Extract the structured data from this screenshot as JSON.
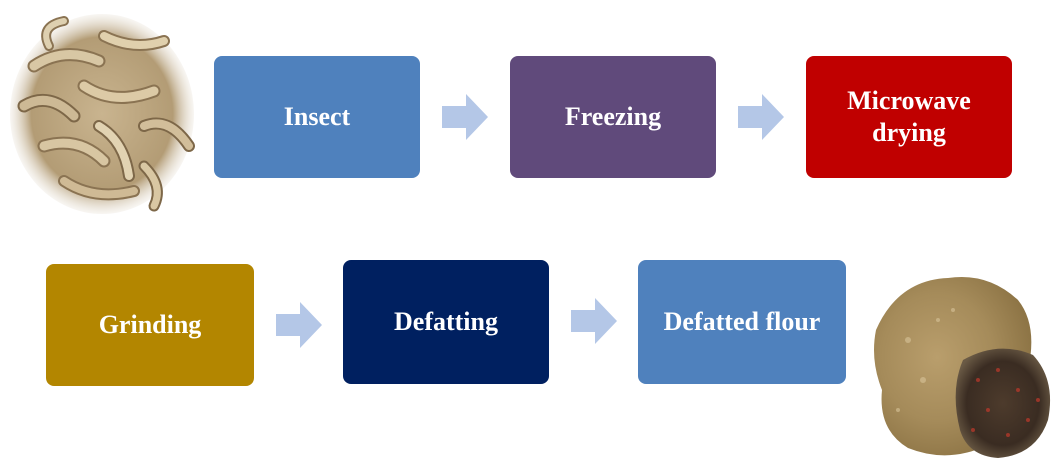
{
  "steps": [
    {
      "label": "Insect",
      "color": "#4f81bd"
    },
    {
      "label": "Freezing",
      "color": "#604a7b"
    },
    {
      "label": "Microwave drying",
      "color": "#c00000"
    },
    {
      "label": "Grinding",
      "color": "#b38600"
    },
    {
      "label": "Defatting",
      "color": "#002060"
    },
    {
      "label": "Defatted flour",
      "color": "#4f81bd"
    }
  ],
  "arrow_color": "#b4c7e7",
  "images": {
    "larvae": "insect-larvae-photo",
    "flour": "insect-flour-photo"
  }
}
